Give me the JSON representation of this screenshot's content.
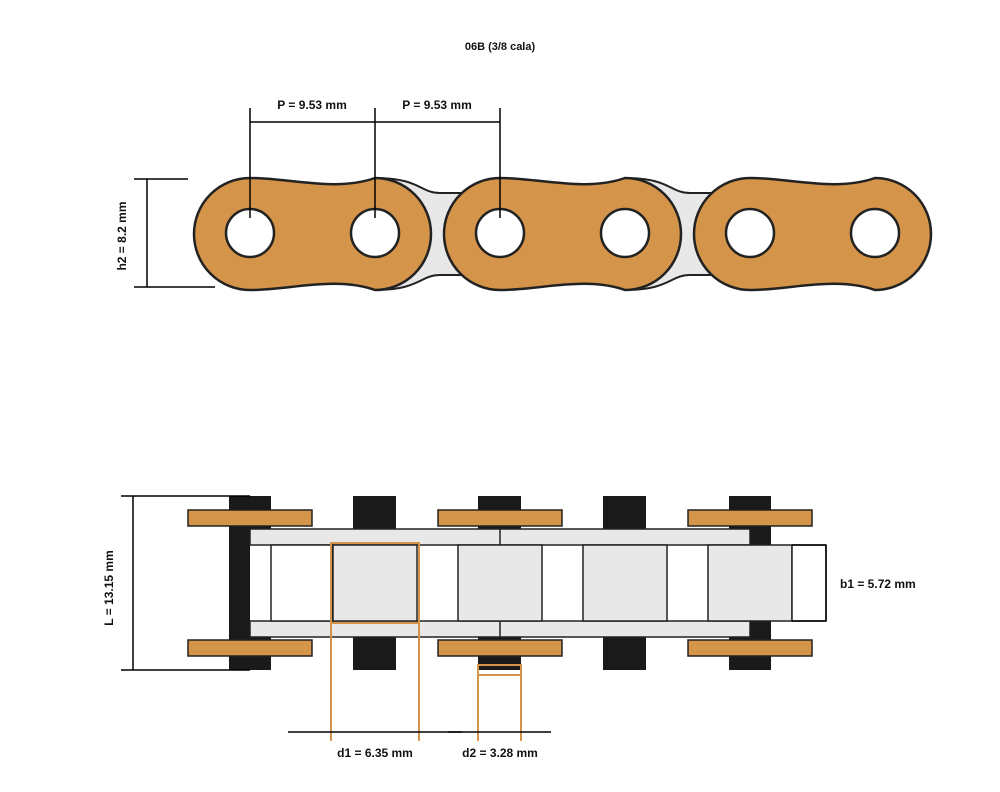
{
  "title": "06B (3/8 cala)",
  "top_view": {
    "pitch_label_1": "P = 9.53 mm",
    "pitch_label_2": "P = 9.53 mm",
    "height_label": "h2 = 8.2 mm"
  },
  "side_view": {
    "length_label": "L = 13.15 mm",
    "inner_width_label": "b1 = 5.72 mm",
    "roller_diameter_label": "d1 = 6.35 mm",
    "pin_diameter_label": "d2 = 3.28 mm"
  },
  "colors": {
    "plate": "#D4944A",
    "inner_link": "#E8E8E8",
    "pin": "#1A1A1A",
    "dimension_line": "#000000",
    "highlight_line": "#D4944A"
  }
}
